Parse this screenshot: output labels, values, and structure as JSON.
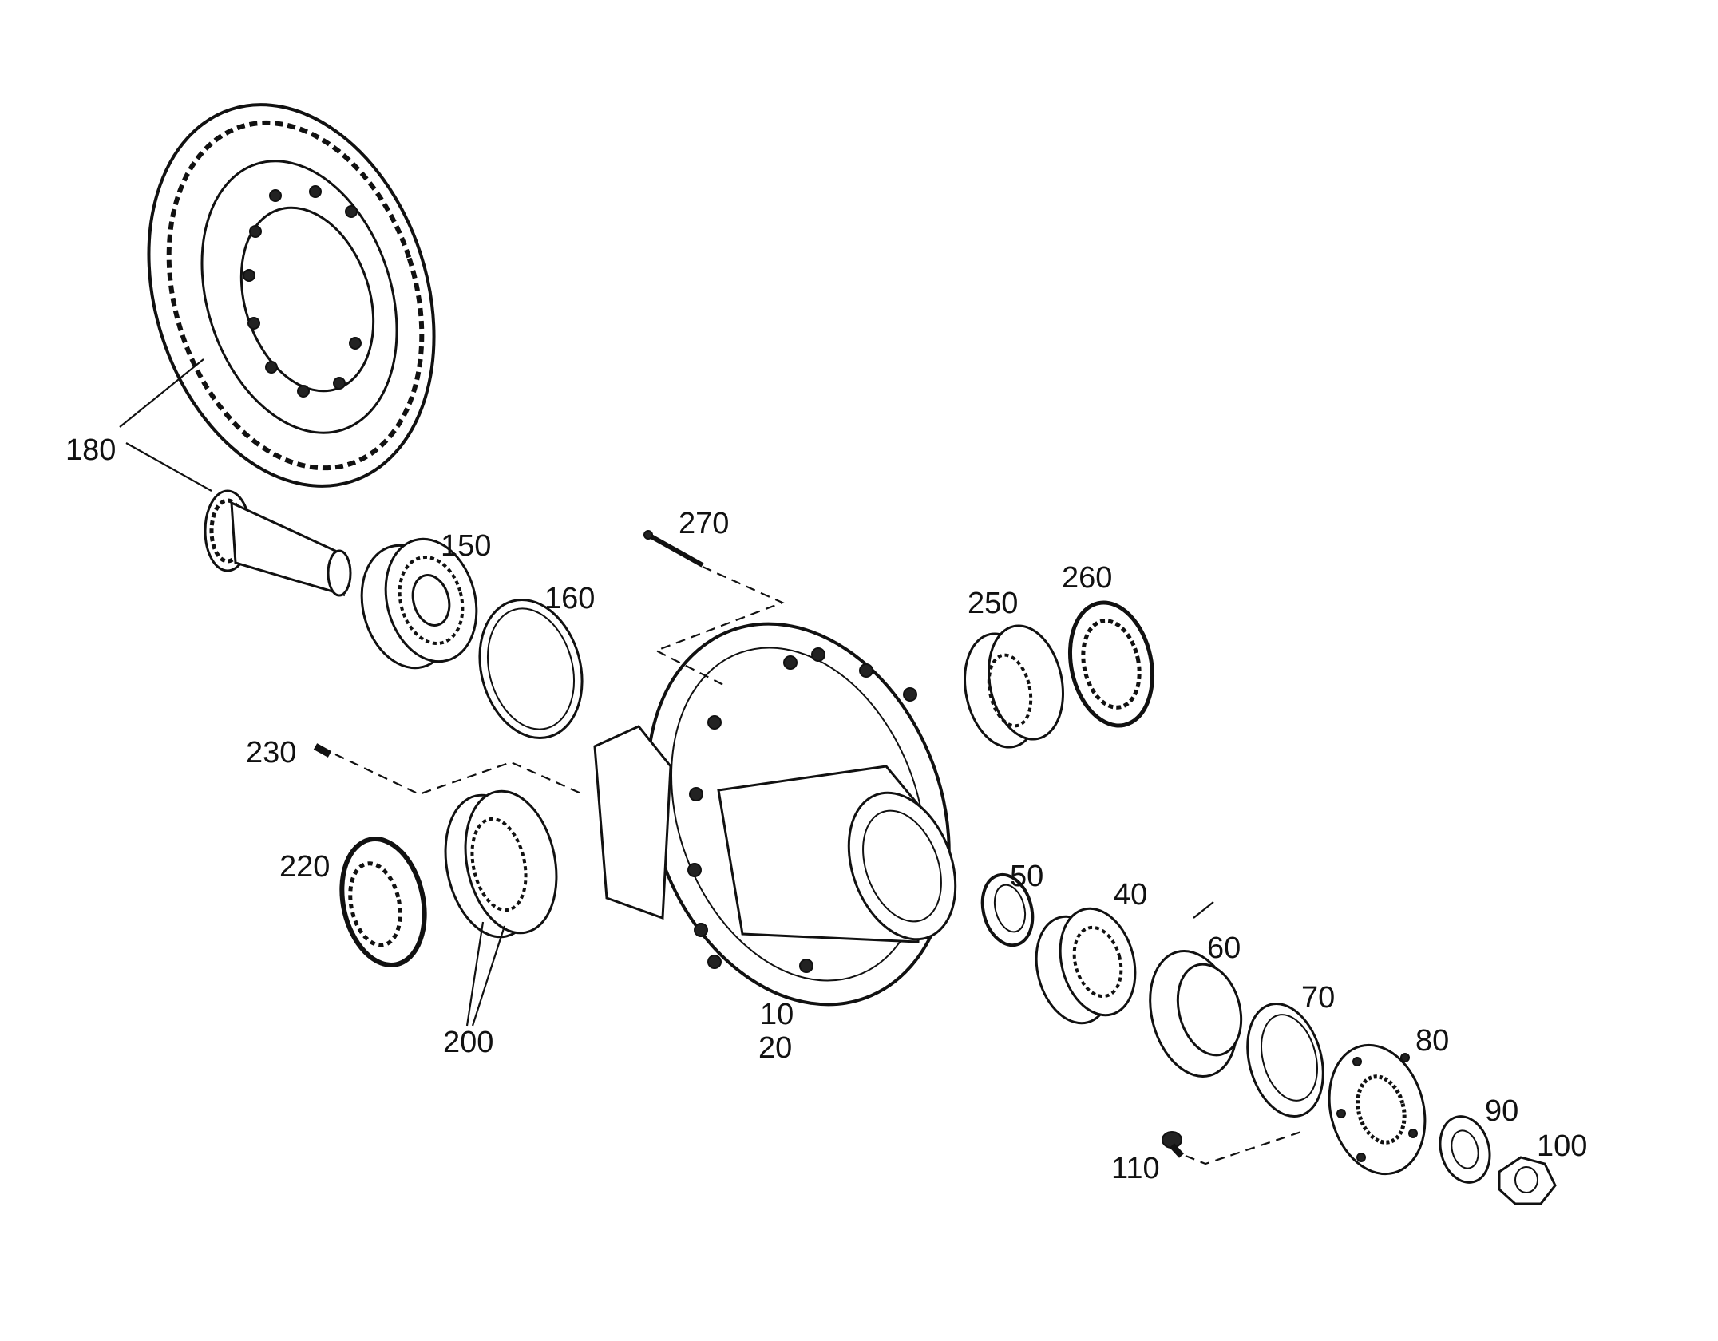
{
  "labels": {
    "p180": "180",
    "p270": "270",
    "p150": "150",
    "p160": "160",
    "p250": "250",
    "p260": "260",
    "p230": "230",
    "p220": "220",
    "p200": "200",
    "p10": "10",
    "p20": "20",
    "p50": "50",
    "p40": "40",
    "p60": "60",
    "p70": "70",
    "p80": "80",
    "p90": "90",
    "p100": "100",
    "p110": "110"
  }
}
